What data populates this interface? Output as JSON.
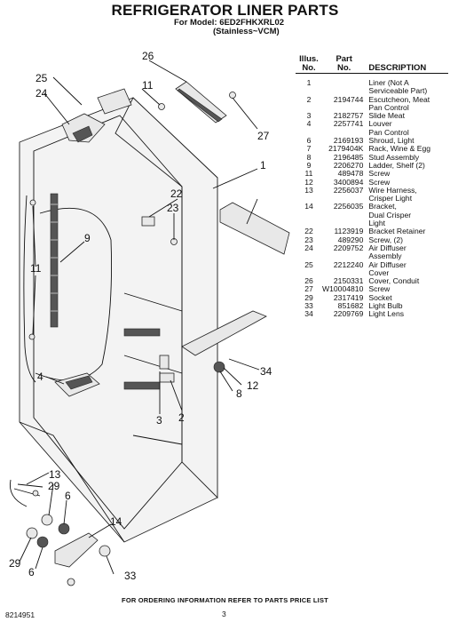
{
  "header": {
    "title": "REFRIGERATOR LINER PARTS",
    "model_line": "For Model: 6ED2FHKXRL02",
    "finish_line": "(Stainless~VCM)"
  },
  "table": {
    "headers": {
      "illus_top": "Illus.",
      "illus_bottom": "No.",
      "part_top": "Part",
      "part_bottom": "No.",
      "description": "DESCRIPTION"
    },
    "rows": [
      {
        "illus": "1",
        "part": "",
        "desc": [
          "Liner (Not A",
          "Serviceable Part)"
        ]
      },
      {
        "illus": "2",
        "part": "2194744",
        "desc": [
          "Escutcheon, Meat",
          "Pan Control"
        ]
      },
      {
        "illus": "3",
        "part": "2182757",
        "desc": [
          "Slide Meat"
        ]
      },
      {
        "illus": "4",
        "part": "2257741",
        "desc": [
          "Louver",
          "Pan Control"
        ]
      },
      {
        "illus": "6",
        "part": "2169193",
        "desc": [
          "Shroud, Light"
        ]
      },
      {
        "illus": "7",
        "part": "2179404K",
        "desc": [
          "Rack, Wine & Egg"
        ]
      },
      {
        "illus": "8",
        "part": "2196485",
        "desc": [
          "Stud Assembly"
        ]
      },
      {
        "illus": "9",
        "part": "2206270",
        "desc": [
          "Ladder, Shelf (2)"
        ]
      },
      {
        "illus": "11",
        "part": "489478",
        "desc": [
          "Screw"
        ]
      },
      {
        "illus": "12",
        "part": "3400894",
        "desc": [
          "Screw"
        ]
      },
      {
        "illus": "13",
        "part": "2256037",
        "desc": [
          "Wire Harness,",
          "Crisper Light"
        ]
      },
      {
        "illus": "14",
        "part": "2256035",
        "desc": [
          "Bracket,",
          "Dual Crisper",
          "Light"
        ]
      },
      {
        "illus": "22",
        "part": "1123919",
        "desc": [
          "Bracket Retainer"
        ]
      },
      {
        "illus": "23",
        "part": "489290",
        "desc": [
          "Screw, (2)"
        ]
      },
      {
        "illus": "24",
        "part": "2209752",
        "desc": [
          "Air Diffuser",
          "Assembly"
        ]
      },
      {
        "illus": "25",
        "part": "2212240",
        "desc": [
          "Air Diffuser",
          "Cover"
        ]
      },
      {
        "illus": "26",
        "part": "2150331",
        "desc": [
          "Cover, Conduit"
        ]
      },
      {
        "illus": "27",
        "part": "W10004810",
        "desc": [
          "Screw"
        ]
      },
      {
        "illus": "29",
        "part": "2317419",
        "desc": [
          "Socket"
        ]
      },
      {
        "illus": "33",
        "part": "851682",
        "desc": [
          "Light Bulb"
        ]
      },
      {
        "illus": "34",
        "part": "2209769",
        "desc": [
          "Light Lens"
        ]
      }
    ]
  },
  "diagram": {
    "callouts": [
      "26",
      "25",
      "11",
      "24",
      "27",
      "1",
      "22",
      "23",
      "9",
      "11",
      "4",
      "34",
      "12",
      "8",
      "2",
      "3",
      "13",
      "29",
      "6",
      "14",
      "29",
      "6",
      "33"
    ]
  },
  "footer": {
    "note": "FOR ORDERING INFORMATION REFER TO PARTS PRICE LIST",
    "doc_number": "8214951",
    "page_number": "3"
  }
}
